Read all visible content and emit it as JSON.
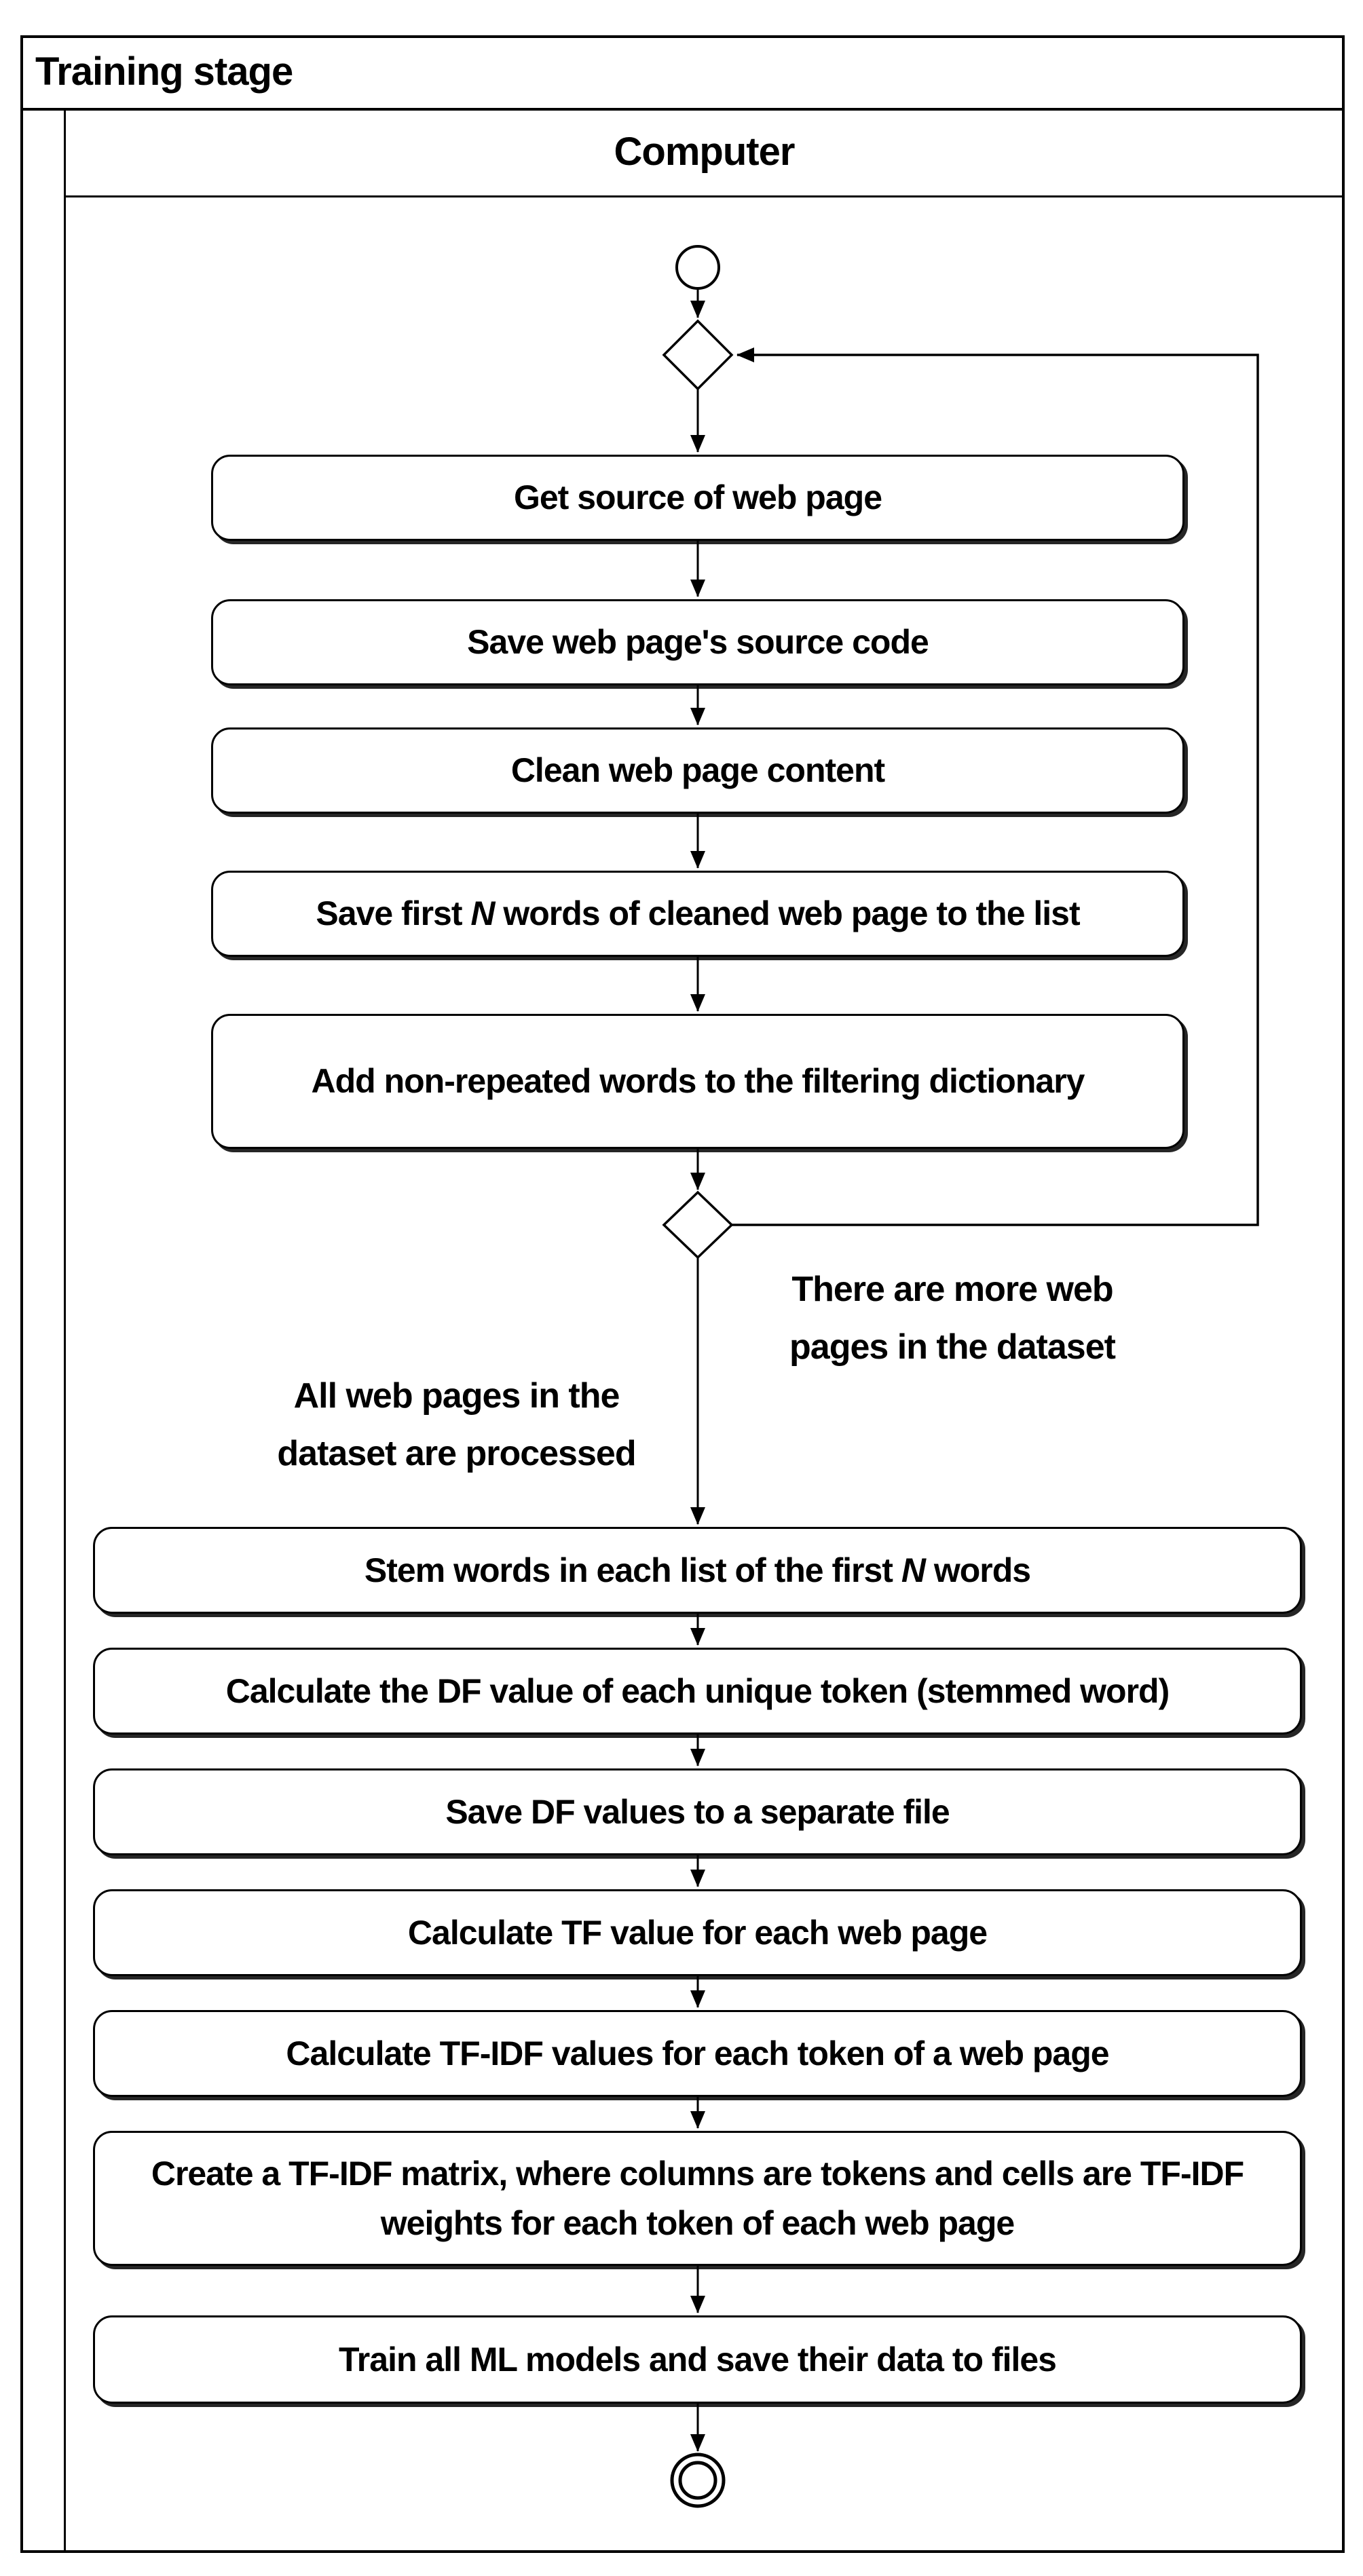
{
  "frame": {
    "title": "Training stage"
  },
  "swimlane": {
    "title": "Computer"
  },
  "flow": {
    "start_node": "initial-node",
    "end_node": "activity-final-node",
    "boxes": [
      {
        "label_pre": "Get source of web page",
        "label_italic": "",
        "label_post": ""
      },
      {
        "label_pre": "Save web page's source code",
        "label_italic": "",
        "label_post": ""
      },
      {
        "label_pre": "Clean web page content",
        "label_italic": "",
        "label_post": ""
      },
      {
        "label_pre": "Save first ",
        "label_italic": "N",
        "label_post": " words of cleaned web page to the list"
      },
      {
        "label_pre": "Add non-repeated words to the filtering dictionary",
        "label_italic": "",
        "label_post": ""
      },
      {
        "label_pre": "Stem words in each list of the first ",
        "label_italic": "N",
        "label_post": " words"
      },
      {
        "label_pre": "Calculate the DF value of each unique token (stemmed word)",
        "label_italic": "",
        "label_post": ""
      },
      {
        "label_pre": "Save DF values to a separate file",
        "label_italic": "",
        "label_post": ""
      },
      {
        "label_pre": "Calculate TF value for each web page",
        "label_italic": "",
        "label_post": ""
      },
      {
        "label_pre": "Calculate TF-IDF values for each token of a web page",
        "label_italic": "",
        "label_post": ""
      },
      {
        "label_pre": "Create a TF-IDF matrix, where columns are tokens and cells are TF-IDF weights for each token of each web page",
        "label_italic": "",
        "label_post": ""
      },
      {
        "label_pre": "Train all ML models and save their data to files",
        "label_italic": "",
        "label_post": ""
      }
    ],
    "edge_labels": {
      "loop_branch": "There are more web\npages in the dataset",
      "exit_branch": "All web pages in the\ndataset are processed"
    }
  },
  "colors": {
    "ink": "#000000",
    "background": "#ffffff"
  }
}
